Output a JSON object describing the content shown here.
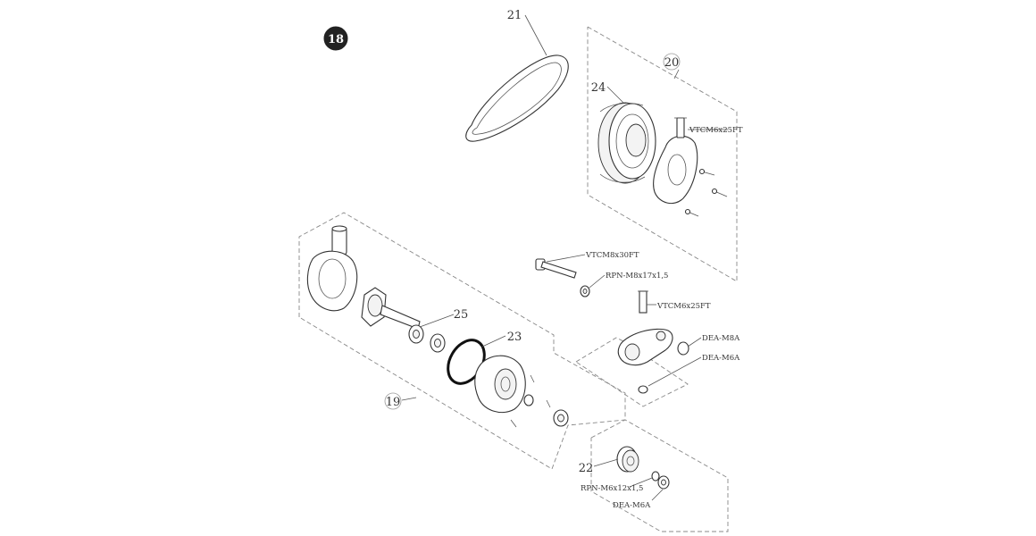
{
  "figure": {
    "badge": "18",
    "labels": {
      "n19": "19",
      "n20": "20",
      "n21": "21",
      "n22": "22",
      "n23": "23",
      "n24": "24",
      "n25": "25"
    },
    "codes": {
      "vtcm6x25_top": "VTCM6x25FT",
      "vtcm8x30": "VTCM8x30FT",
      "rpn_m8": "RPN-M8x17x1,5",
      "vtcm6x25_mid": "VTCM6x25FT",
      "dea_m8a": "DEA-M8A",
      "dea_m6a_mid": "DEA-M6A",
      "rpn_m6": "RPN-M6x12x1,5",
      "dea_m6a_bottom": "DEA-M6A"
    }
  }
}
